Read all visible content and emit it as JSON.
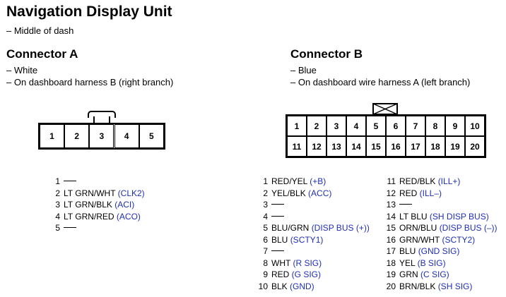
{
  "title": "Navigation Display Unit",
  "location": "– Middle of dash",
  "colors": {
    "signal": "#1f2fb3",
    "text": "#000000"
  },
  "connector_a": {
    "heading": "Connector A",
    "color_note": "– White",
    "harness_note": "– On dashboard harness B (right branch)",
    "cells": [
      "1",
      "2",
      "3",
      "4",
      "5"
    ],
    "pins": [
      {
        "num": "1",
        "wire": "",
        "signal": ""
      },
      {
        "num": "2",
        "wire": "LT GRN/WHT",
        "signal": "(CLK2)"
      },
      {
        "num": "3",
        "wire": "LT GRN/BLK",
        "signal": "(ACI)"
      },
      {
        "num": "4",
        "wire": "LT GRN/RED",
        "signal": "(ACO)"
      },
      {
        "num": "5",
        "wire": "",
        "signal": ""
      }
    ]
  },
  "connector_b": {
    "heading": "Connector B",
    "color_note": "– Blue",
    "harness_note": "– On dashboard wire harness A (left branch)",
    "cells_top": [
      "1",
      "2",
      "3",
      "4",
      "5",
      "6",
      "7",
      "8",
      "9",
      "10"
    ],
    "cells_bottom": [
      "11",
      "12",
      "13",
      "14",
      "15",
      "16",
      "17",
      "18",
      "19",
      "20"
    ],
    "pins_left": [
      {
        "num": "1",
        "wire": "RED/YEL",
        "signal": "(+B)"
      },
      {
        "num": "2",
        "wire": "YEL/BLK",
        "signal": "(ACC)"
      },
      {
        "num": "3",
        "wire": "",
        "signal": ""
      },
      {
        "num": "4",
        "wire": "",
        "signal": ""
      },
      {
        "num": "5",
        "wire": "BLU/GRN",
        "signal": "(DISP BUS (+))"
      },
      {
        "num": "6",
        "wire": "BLU",
        "signal": "(SCTY1)"
      },
      {
        "num": "7",
        "wire": "",
        "signal": ""
      },
      {
        "num": "8",
        "wire": "WHT",
        "signal": "(R SIG)"
      },
      {
        "num": "9",
        "wire": "RED",
        "signal": "(G SIG)"
      },
      {
        "num": "10",
        "wire": "BLK",
        "signal": "(GND)"
      }
    ],
    "pins_right": [
      {
        "num": "11",
        "wire": "RED/BLK",
        "signal": "(ILL+)"
      },
      {
        "num": "12",
        "wire": "RED",
        "signal": "(ILL–)"
      },
      {
        "num": "13",
        "wire": "",
        "signal": ""
      },
      {
        "num": "14",
        "wire": "LT BLU",
        "signal": "(SH DISP BUS)"
      },
      {
        "num": "15",
        "wire": "ORN/BLU",
        "signal": "(DISP BUS (–))"
      },
      {
        "num": "16",
        "wire": "GRN/WHT",
        "signal": "(SCTY2)"
      },
      {
        "num": "17",
        "wire": "BLU",
        "signal": "(GND SIG)"
      },
      {
        "num": "18",
        "wire": "YEL",
        "signal": "(B SIG)"
      },
      {
        "num": "19",
        "wire": "GRN",
        "signal": "(C SIG)"
      },
      {
        "num": "20",
        "wire": "BRN/BLK",
        "signal": "(SH SIG)"
      }
    ]
  }
}
